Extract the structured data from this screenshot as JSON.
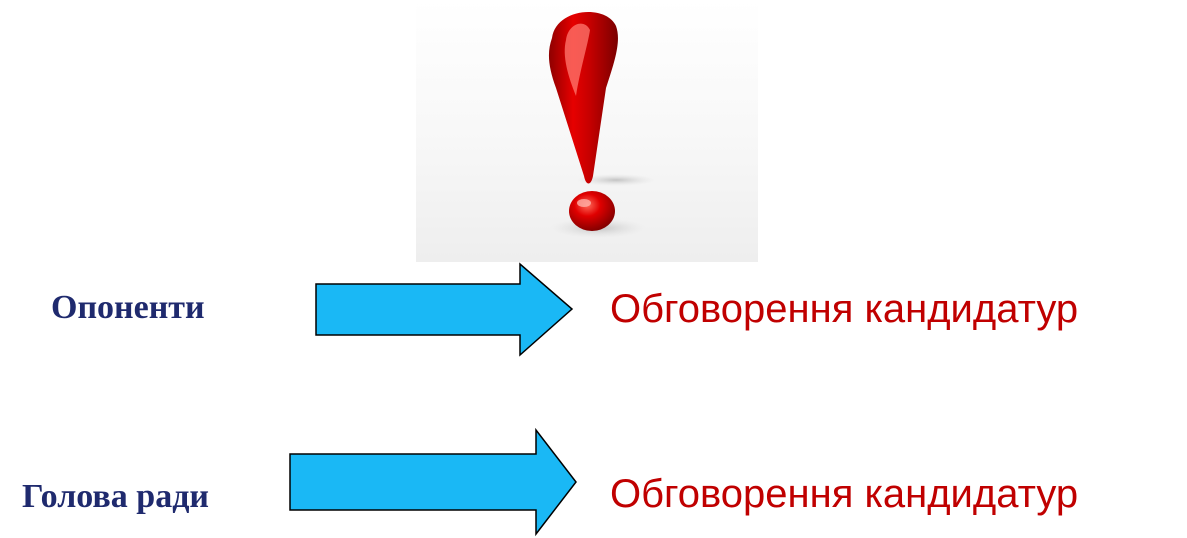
{
  "rows": [
    {
      "left_label": "Опоненти",
      "right_label": "Обговорення кандидатур"
    },
    {
      "left_label": "Голова ради",
      "right_label": "Обговорення кандидатур"
    }
  ],
  "colors": {
    "arrow_fill": "#1ab8f5",
    "left_text": "#1f2a6e",
    "right_text": "#c00000",
    "exclamation": "#d00000"
  },
  "icons": {
    "top_image": "red-exclamation-mark-icon",
    "arrows": "right-block-arrow-icon"
  }
}
